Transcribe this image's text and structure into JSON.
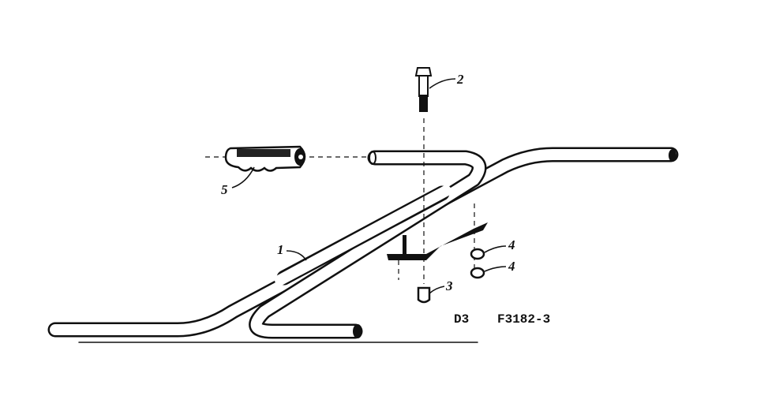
{
  "diagram": {
    "callouts": {
      "handlebar": "1",
      "bolt": "2",
      "nut": "3",
      "washer_upper": "4",
      "washer_lower": "4",
      "grip": "5"
    },
    "figure_code": {
      "prefix": "D3",
      "number": "F3182-3"
    }
  },
  "colors": {
    "ink": "#111111",
    "paper": "#ffffff"
  }
}
